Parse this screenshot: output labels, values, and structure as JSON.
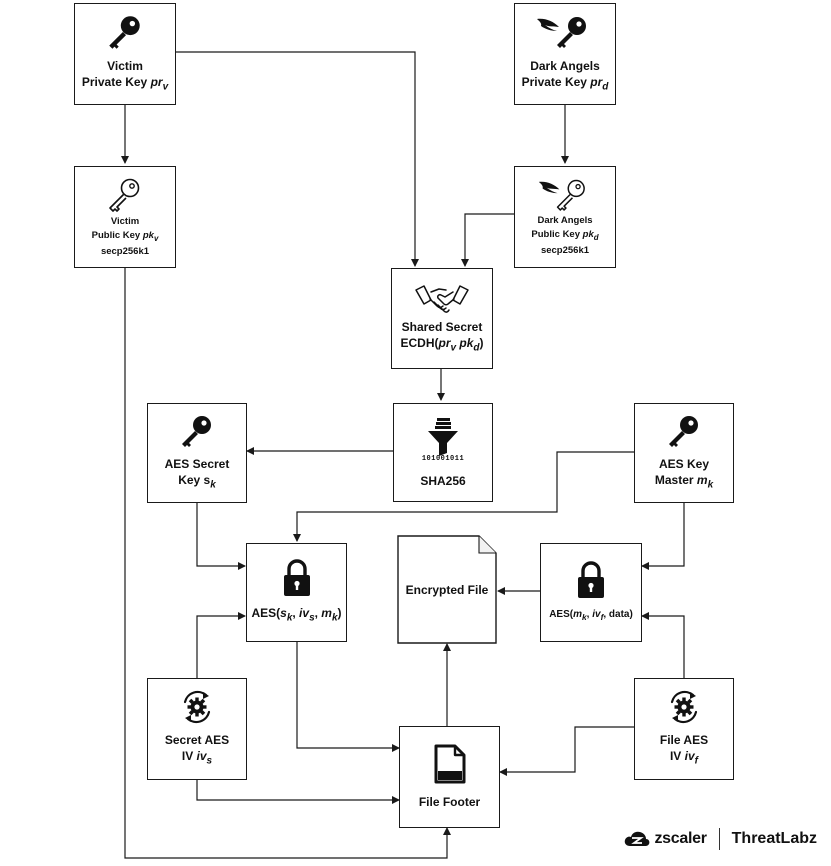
{
  "nodes": {
    "victim_private": {
      "l1": "Victim",
      "l2": "Private Key ",
      "v": "pr",
      "s": "v"
    },
    "victim_public": {
      "l1": "Victim",
      "l2": "Public Key ",
      "v": "pk",
      "s": "v",
      "l3": "secp256k1"
    },
    "angels_private": {
      "l1": "Dark Angels",
      "l2": "Private Key ",
      "v": "pr",
      "s": "d"
    },
    "angels_public": {
      "l1": "Dark Angels",
      "l2": "Public Key ",
      "v": "pk",
      "s": "d",
      "l3": "secp256k1"
    },
    "shared_secret": {
      "l1": "Shared Secret",
      "l2": "ECDH(",
      "a": "pr",
      "as": "v",
      "b": " pk",
      "bs": "d",
      "end": ")"
    },
    "sha256": {
      "bits": "101001011",
      "label": "SHA256"
    },
    "aes_secret_key": {
      "l1": "AES Secret",
      "l2": "Key s",
      "s": "k"
    },
    "aes_key_master": {
      "l1": "AES Key",
      "l2": "Master ",
      "v": "m",
      "s": "k"
    },
    "aes_left": {
      "pre": "AES(",
      "a": "s",
      "as": "k",
      "sep1": ", ",
      "b": "iv",
      "bs": "s",
      "sep2": ", ",
      "c": "m",
      "cs": "k",
      "end": ")"
    },
    "aes_right": {
      "pre": "AES(",
      "a": "m",
      "as": "k",
      "sep1": ", ",
      "b": "iv",
      "bs": "f",
      "rest": ", data)"
    },
    "encrypted_file": {
      "label": "Encrypted File"
    },
    "secret_iv": {
      "l1": "Secret AES",
      "l2": "IV ",
      "v": "iv",
      "s": "s"
    },
    "file_iv": {
      "l1": "File AES",
      "l2": "IV ",
      "v": "iv",
      "s": "f"
    },
    "file_footer": {
      "label": "File Footer"
    }
  },
  "brand": {
    "company": "zscaler",
    "product": "ThreatLabz"
  },
  "colors": {
    "stroke": "#1a1a1a",
    "background": "#ffffff"
  }
}
